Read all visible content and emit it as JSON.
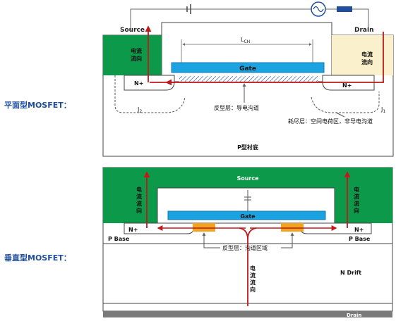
{
  "planar": {
    "label": "平面型MOSFET：",
    "source": "Source",
    "drain": "Drain",
    "lch": "L",
    "lch_sub": "CH",
    "gate": "Gate",
    "n_plus_left": "N+",
    "n_plus_right": "N+",
    "flow_left_1": "电流",
    "flow_left_2": "流向",
    "flow_right_1": "电流",
    "flow_right_2": "流向",
    "j2": "J",
    "j2_sub": "2",
    "j1": "J",
    "j1_sub": "1",
    "inversion": "反型层：导电沟道",
    "depletion": "耗尽层：空间电荷区，非导电沟道",
    "substrate": "P型衬底"
  },
  "vertical": {
    "label": "垂直型MOSFET：",
    "source": "Source",
    "gate": "Gate",
    "n_plus_left": "N+",
    "n_plus_right": "N+",
    "p_base_left": "P Base",
    "p_base_right": "P Base",
    "inversion": "反型层：沟道区域",
    "flow_chars": [
      "电",
      "流",
      "流",
      "向"
    ],
    "n_drift": "N Drift",
    "drain": "Drain"
  },
  "colors": {
    "source_green": "#0c9a4a",
    "drain_cream": "#fbf0cc",
    "gate_blue": "#1aa3e0",
    "arrow_red": "#c0181b",
    "channel_orange": "#f2a51c",
    "label_blue": "#1f4e9e"
  }
}
